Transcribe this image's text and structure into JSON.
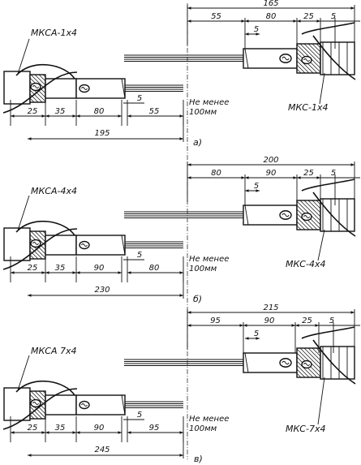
{
  "figures": [
    {
      "caption": "а)",
      "left_cable": "МКСА-1х4",
      "right_cable": "МКС-1х4",
      "left_dims": [
        "25",
        "35",
        "80",
        "5",
        "55"
      ],
      "left_total": "195",
      "right_dims": [
        "55",
        "80",
        "25",
        "5"
      ],
      "right_inner": "5",
      "right_total": "165",
      "note": [
        "Не менее",
        "100мм"
      ]
    },
    {
      "caption": "б)",
      "left_cable": "МКСА-4х4",
      "right_cable": "МКС-4х4",
      "left_dims": [
        "25",
        "35",
        "90",
        "5",
        "80"
      ],
      "left_total": "230",
      "right_dims": [
        "80",
        "90",
        "25",
        "5"
      ],
      "right_inner": "5",
      "right_total": "200",
      "note": [
        "Не менее",
        "100мм"
      ]
    },
    {
      "caption": "в)",
      "left_cable": "МКСА 7х4",
      "right_cable": "МКС-7х4",
      "left_dims": [
        "25",
        "35",
        "90",
        "5",
        "95"
      ],
      "left_total": "245",
      "right_dims": [
        "95",
        "90",
        "25",
        "5"
      ],
      "right_inner": "5",
      "right_total": "215",
      "note": [
        "Не менее",
        "100мм"
      ]
    }
  ]
}
